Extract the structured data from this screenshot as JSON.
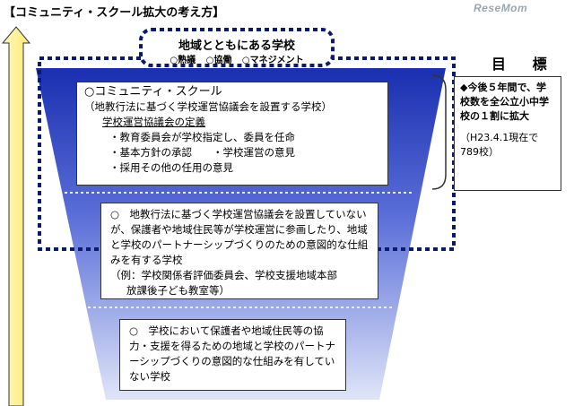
{
  "header": {
    "title": "【コミュニティ・スクール拡大の考え方】",
    "logo": "ReseMom"
  },
  "school": {
    "title": "地域とともにある学校",
    "items": [
      "○熟議",
      "○協働",
      "○マネジメント"
    ]
  },
  "goal": {
    "heading": "目 標",
    "main": "◆今後５年間で、学校数を全公立小中学校の１割に拡大",
    "note": "（H23.4.1現在で789校）"
  },
  "community_school": {
    "heading": "○コミュニティ・スクール",
    "subheading": "（地教行法に基づく学校運営協議会を設置する学校）",
    "definition_title": "学校運営協議会の定義",
    "items": [
      "・教育委員会が学校指定し、委員を任命",
      "・基本方針の承認　　・学校運営の意見",
      "・採用その他の任用の意見"
    ]
  },
  "middle_tier": {
    "lines": [
      "○　地教行法に基づく学校運営協議会を設置していないが、保護者や地域住民等が学校運営に参画したり、地域と学校のパートナーシップづくりのための意図的な仕組みを有する学校",
      "（例：学校関係者評価委員会、学校支援地域本部",
      "放課後子ども教室等）"
    ]
  },
  "bottom_tier": {
    "text": "○　学校において保護者や地域住民等の協力・支援を得るための地域と学校のパートナーシップづくりの意図的な仕組みを有していない学校"
  },
  "colors": {
    "funnel_top": "#1a2fb0",
    "funnel_bottom": "#c9d3f2",
    "dotted_border": "#0a1a6e",
    "arrow_fill": "#fff8a8"
  }
}
